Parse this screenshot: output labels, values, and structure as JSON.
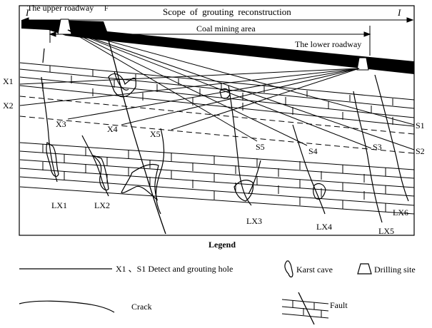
{
  "header": {
    "upper_roadway": "The upper roadway",
    "fault_marker": "F",
    "scope": "Scope of grouting reconstruction",
    "scope_mark_left": "I",
    "scope_mark_right": "I",
    "coal_area": "Coal mining area",
    "lower_roadway": "The lower roadway"
  },
  "holes": {
    "x": [
      "X1",
      "X2",
      "X3",
      "X4",
      "X5"
    ],
    "s": [
      "S1",
      "S2",
      "S3",
      "S4",
      "S5"
    ]
  },
  "caves": [
    "LX1",
    "LX2",
    "LX3",
    "LX4",
    "LX5",
    "LX6"
  ],
  "legend": {
    "title": "Legend",
    "hole": "X1 、S1  Detect and grouting hole",
    "karst": "Karst cave",
    "drill": "Drilling site",
    "crack": "Crack",
    "fault": "Fault"
  },
  "colors": {
    "fault_marker": "#e02020",
    "ink": "#000000"
  }
}
